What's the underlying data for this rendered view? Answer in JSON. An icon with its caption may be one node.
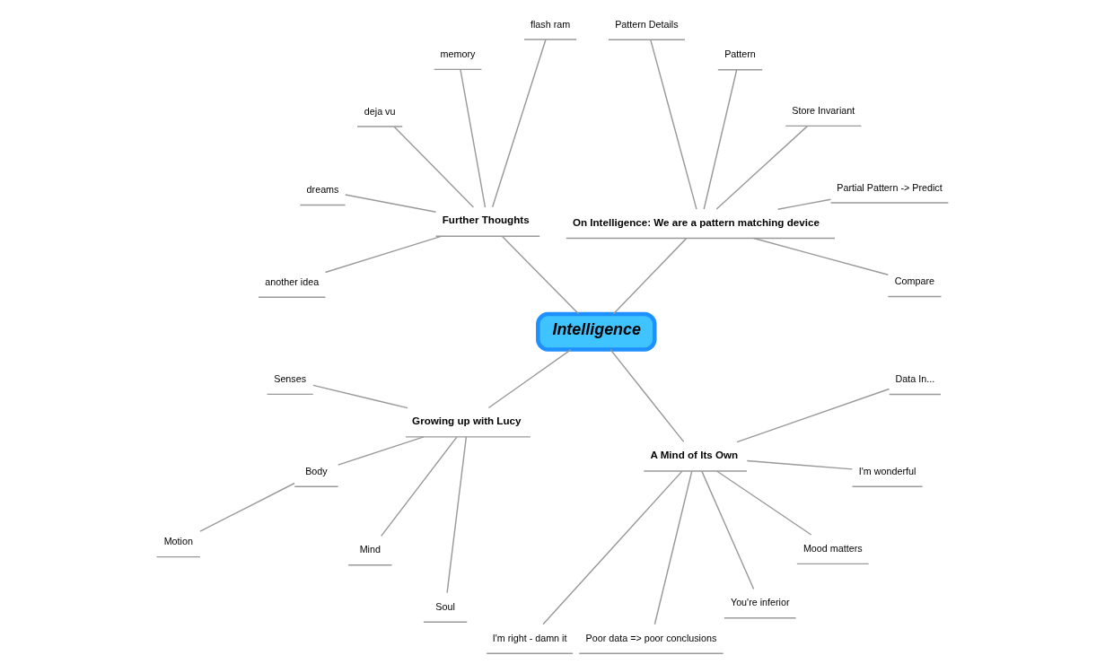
{
  "diagram": {
    "nodes": [
      {
        "text": [
          "Intelligence"
        ]
      },
      {
        "text": [
          "Further Thoughts"
        ]
      },
      {
        "text": [
          "flash ram"
        ]
      },
      {
        "text": [
          "memory"
        ]
      },
      {
        "text": [
          "deja vu"
        ]
      },
      {
        "text": [
          "dreams"
        ]
      },
      {
        "text": [
          "another idea"
        ]
      },
      {
        "text": [
          "On Intelligence: We are a pattern matching device"
        ]
      },
      {
        "text": [
          "Pattern Details"
        ]
      },
      {
        "text": [
          "Pattern"
        ]
      },
      {
        "text": [
          "Store Invariant"
        ]
      },
      {
        "text": [
          "Partial Pattern -> Predict"
        ]
      },
      {
        "text": [
          "Compare"
        ]
      },
      {
        "text": [
          "Growing up with Lucy"
        ]
      },
      {
        "text": [
          "Senses"
        ]
      },
      {
        "text": [
          "Body"
        ]
      },
      {
        "text": [
          "Motion"
        ]
      },
      {
        "text": [
          "Mind"
        ]
      },
      {
        "text": [
          "Soul"
        ]
      },
      {
        "text": [
          "A Mind of Its Own"
        ]
      },
      {
        "text": [
          "Data In..."
        ]
      },
      {
        "text": [
          "I'm wonderful"
        ]
      },
      {
        "text": [
          "Mood matters"
        ]
      },
      {
        "text": [
          "You're inferior"
        ]
      },
      {
        "text": [
          "Poor data => poor conclusions"
        ]
      },
      {
        "text": [
          "I'm right - damn it"
        ]
      }
    ],
    "edges": [
      {
        "from": 0,
        "to": 1,
        "arrow": "none"
      },
      {
        "from": 1,
        "to": 2,
        "arrow": "none"
      },
      {
        "from": 1,
        "to": 3,
        "arrow": "none"
      },
      {
        "from": 1,
        "to": 4,
        "arrow": "none"
      },
      {
        "from": 1,
        "to": 5,
        "arrow": "none"
      },
      {
        "from": 1,
        "to": 6,
        "arrow": "none"
      },
      {
        "from": 0,
        "to": 7,
        "arrow": "none"
      },
      {
        "from": 7,
        "to": 8,
        "arrow": "none"
      },
      {
        "from": 7,
        "to": 9,
        "arrow": "none"
      },
      {
        "from": 7,
        "to": 10,
        "arrow": "none"
      },
      {
        "from": 7,
        "to": 11,
        "arrow": "none"
      },
      {
        "from": 7,
        "to": 12,
        "arrow": "none"
      },
      {
        "from": 0,
        "to": 13,
        "arrow": "none"
      },
      {
        "from": 13,
        "to": 14,
        "arrow": "none"
      },
      {
        "from": 13,
        "to": 15,
        "arrow": "none"
      },
      {
        "from": 15,
        "to": 16,
        "arrow": "none"
      },
      {
        "from": 13,
        "to": 17,
        "arrow": "none"
      },
      {
        "from": 13,
        "to": 18,
        "arrow": "none"
      },
      {
        "from": 0,
        "to": 19,
        "arrow": "none"
      },
      {
        "from": 19,
        "to": 20,
        "arrow": "none"
      },
      {
        "from": 19,
        "to": 21,
        "arrow": "none"
      },
      {
        "from": 19,
        "to": 22,
        "arrow": "none"
      },
      {
        "from": 19,
        "to": 23,
        "arrow": "none"
      },
      {
        "from": 19,
        "to": 24,
        "arrow": "none"
      },
      {
        "from": 19,
        "to": 25,
        "arrow": "none"
      }
    ]
  }
}
